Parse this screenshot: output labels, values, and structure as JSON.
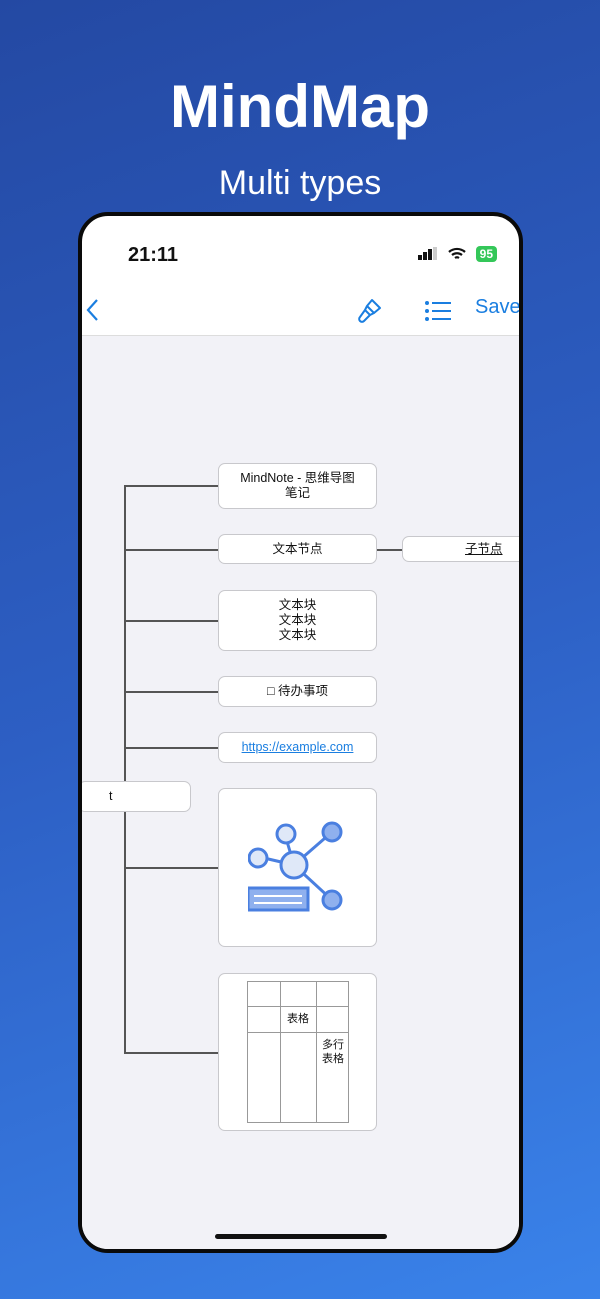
{
  "promo": {
    "title": "MindMap",
    "subtitle": "Multi types"
  },
  "status_bar": {
    "time": "21:11",
    "battery": "95"
  },
  "nav": {
    "back_icon": "chevron-left-icon",
    "style_icon": "paintbrush-icon",
    "outline_icon": "list-icon",
    "save_label": "Save"
  },
  "colors": {
    "accent": "#1a7ee0",
    "canvas": "#f2f2f7"
  },
  "mindmap": {
    "root": "t",
    "nodes": [
      "MindNote - 思维导图笔记",
      "文本节点",
      "文本块\n文本块\n文本块",
      "□ 待办事项",
      "https://example.com"
    ],
    "child": "子节点",
    "image_icon": "mindmap-network-icon",
    "table": {
      "cell": "表格",
      "multiline": "多行\n表格"
    }
  }
}
